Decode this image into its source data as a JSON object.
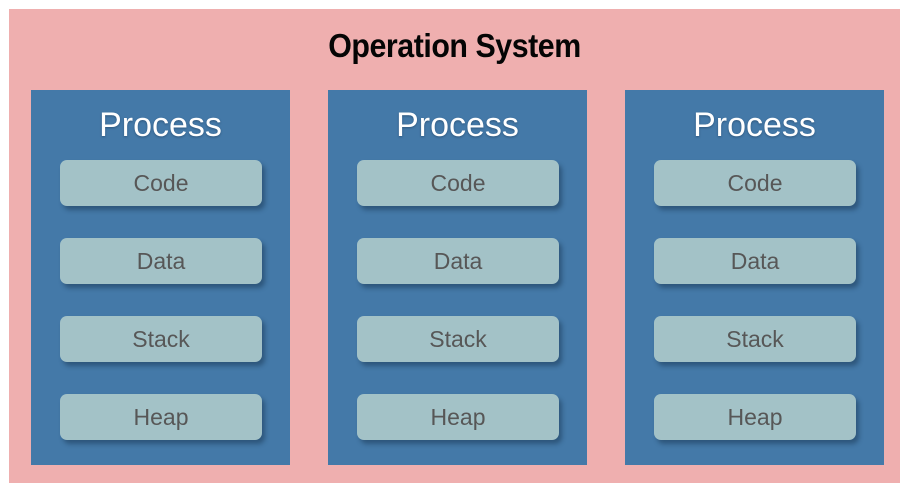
{
  "diagram": {
    "title": "Operation System",
    "colors": {
      "page_background": "#ffffff",
      "os_panel": "#efafaf",
      "process_box": "#4479a8",
      "segment_box": "#a3c2c7",
      "title_text": "#050505",
      "process_title_text": "#ffffff",
      "segment_text": "#575757"
    },
    "processes": [
      {
        "title": "Process",
        "segments": [
          {
            "label": "Code"
          },
          {
            "label": "Data"
          },
          {
            "label": "Stack"
          },
          {
            "label": "Heap"
          }
        ]
      },
      {
        "title": "Process",
        "segments": [
          {
            "label": "Code"
          },
          {
            "label": "Data"
          },
          {
            "label": "Stack"
          },
          {
            "label": "Heap"
          }
        ]
      },
      {
        "title": "Process",
        "segments": [
          {
            "label": "Code"
          },
          {
            "label": "Data"
          },
          {
            "label": "Stack"
          },
          {
            "label": "Heap"
          }
        ]
      }
    ]
  }
}
